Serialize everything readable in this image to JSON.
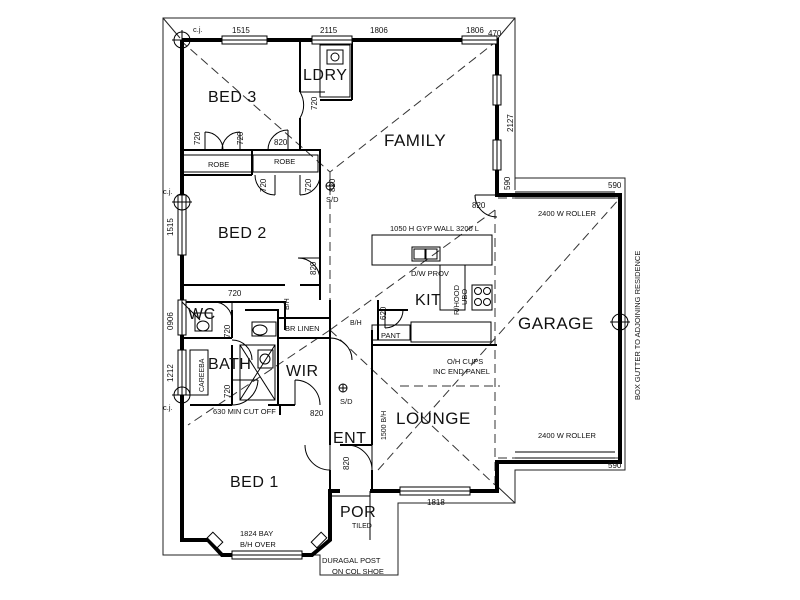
{
  "rooms": {
    "bed3": "BED 3",
    "ldry": "LDRY",
    "family": "FAMILY",
    "bed2": "BED 2",
    "kit": "KIT",
    "garage": "GARAGE",
    "wc": "WC",
    "bath": "BATH",
    "wir": "WIR",
    "lounge": "LOUNGE",
    "ent": "ENT",
    "bed1": "BED 1",
    "por": "POR"
  },
  "labels": {
    "robe1": "ROBE",
    "robe2": "ROBE",
    "linen": "BR  LINEN",
    "pant": "PANT",
    "gyp_wall": "1050 H GYP WALL 3200 L",
    "dw_prov": "D/W PROV",
    "rhood": "R/HOOD",
    "ubo": "UBO",
    "cups": "O/H CUPS",
    "end_panel": "INC END PANEL",
    "roller_top": "2400 W ROLLER",
    "roller_bottom": "2400 W ROLLER",
    "box_gutter": "BOX GUTTER TO ADJOINING RESIDENCE",
    "cut_off": "630 MIN CUT OFF",
    "careeba": "CAREEBA",
    "bay": "1824 BAY",
    "bh_over": "B/H OVER",
    "tiled": "TILED",
    "post1": "DURAGAL POST",
    "post2": "ON COL SHOE",
    "sd1": "S/D",
    "sd2": "S/D",
    "bh1": "B/H",
    "bh2": "B/H",
    "bh3": "1500 B/H",
    "cj1": "c.j.",
    "cj2": "c.j.",
    "cj3": "c.j."
  },
  "dimensions": {
    "d1515_top": "1515",
    "d2115": "2115",
    "d1806_a": "1806",
    "d1806_b": "1806",
    "d470": "470",
    "d2127": "2127",
    "d590_a": "590",
    "d590_b": "590",
    "d590_c": "590",
    "d820_a": "820",
    "d820_b": "820",
    "d820_c": "820",
    "d820_d": "820",
    "d820_e": "820",
    "d820_f": "820",
    "d720_a": "720",
    "d720_b": "720",
    "d720_c": "720",
    "d720_d": "720",
    "d720_e": "720",
    "d720_f": "720",
    "d720_g": "720",
    "d720_h": "720",
    "d620": "620",
    "d1515_side": "1515",
    "d0906": "0906",
    "d1212": "1212",
    "d1818": "1818"
  }
}
